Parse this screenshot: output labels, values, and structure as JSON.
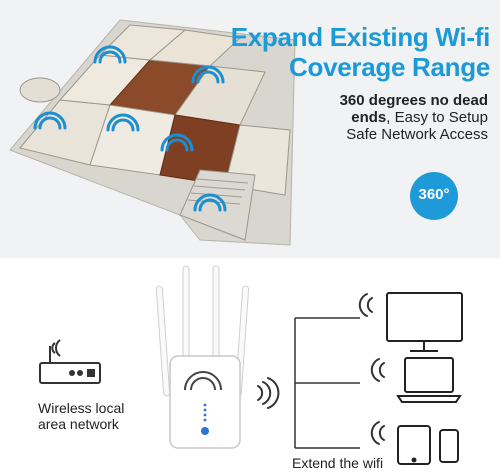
{
  "hero": {
    "title_line1": "Expand Existing Wi-fi",
    "title_line2": "Coverage Range",
    "sub_bold": "360 degrees no dead",
    "sub_line2_bold": "ends",
    "sub_line2_rest": ", Easy to Setup",
    "sub_line3": "Safe Network Access",
    "badge": "360°"
  },
  "device": {
    "brand_label": "WiFi"
  },
  "diagram": {
    "router_label_line1": "Wireless local",
    "router_label_line2": "area network",
    "extend_label": "Extend the wifi"
  },
  "colors": {
    "accent": "#1c9ad8",
    "ink": "#222222"
  }
}
